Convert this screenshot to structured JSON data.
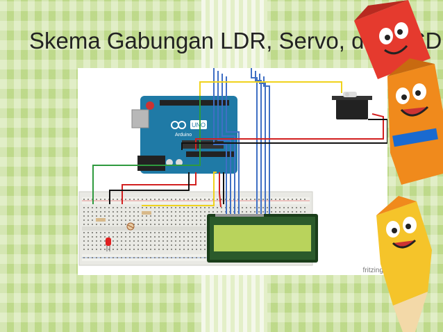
{
  "slide": {
    "title": "Skema Gabungan LDR,  Servo, dan LCD"
  },
  "schematic": {
    "board_logo": "UNO",
    "board_brand": "Arduino",
    "watermark": "fritzing"
  },
  "colors": {
    "background": "#c9e09a",
    "board": "#1f7aa6",
    "lcd_screen": "#b9d35c",
    "wire_blue": "#3f6fc4",
    "wire_red": "#d21f1f",
    "wire_yellow": "#f0d21c",
    "wire_green": "#2e9a3e",
    "wire_black": "#111111"
  },
  "icons": [
    "crayon-mascot-red-icon",
    "crayon-mascot-orange-icon",
    "crayon-mascot-yellow-icon"
  ]
}
